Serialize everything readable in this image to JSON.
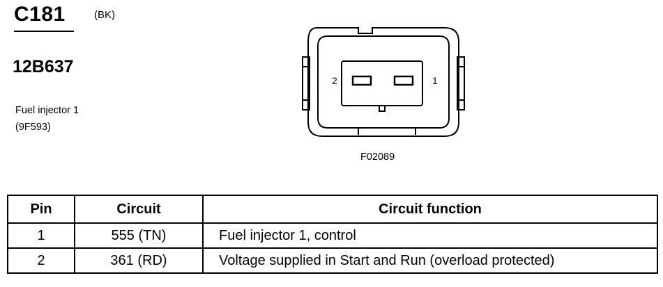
{
  "connector": {
    "id": "C181",
    "color": "(BK)",
    "part_number": "12B637",
    "component_name": "Fuel injector 1",
    "component_code": "(9F593)",
    "figure_id": "F02089",
    "pin_labels": {
      "left": "2",
      "right": "1"
    }
  },
  "table": {
    "headers": {
      "pin": "Pin",
      "circuit": "Circuit",
      "function": "Circuit function"
    },
    "rows": [
      {
        "pin": "1",
        "circuit": "555 (TN)",
        "function": "Fuel injector 1, control"
      },
      {
        "pin": "2",
        "circuit": "361 (RD)",
        "function": "Voltage supplied in Start and Run (overload protected)"
      }
    ]
  }
}
